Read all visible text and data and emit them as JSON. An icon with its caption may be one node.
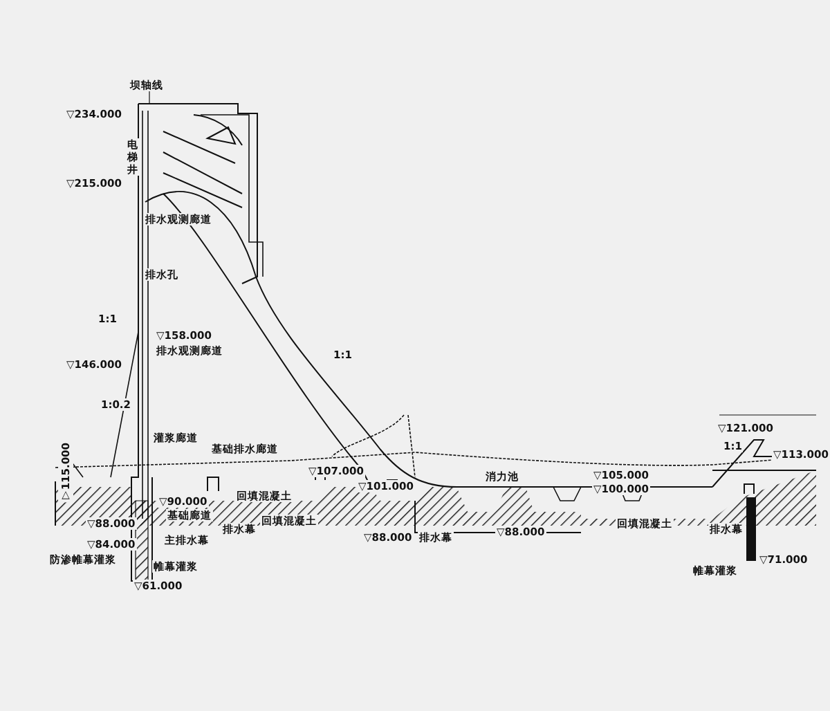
{
  "diagram": {
    "labels": [
      "坝轴线",
      "▽234.000",
      "电梯井",
      "▽215.000",
      "排水观测廊道",
      "排水孔",
      "▽158.000",
      "排水观测廊道",
      "▽146.000",
      "1:1",
      "1:1",
      "1:0.2",
      "▽115.000",
      "灌浆廊道",
      "基础排水廊道",
      "▽107.000",
      "▽101.000",
      "消力池",
      "▽105.000",
      "▽100.000",
      "▽121.000",
      "▽113.000",
      "1:1",
      "▽90.000",
      "基础廊道",
      "回填混凝土",
      "排水幕",
      "▽88.000",
      "回填混凝土",
      "▽84.000",
      "主排水幕",
      "▽88.000",
      "排水幕",
      "▽88.000",
      "回填混凝土",
      "排水幕",
      "防渗帷幕灌浆",
      "帷幕灌浆",
      "帷幕灌浆",
      "▽71.000",
      "▽61.000"
    ]
  }
}
